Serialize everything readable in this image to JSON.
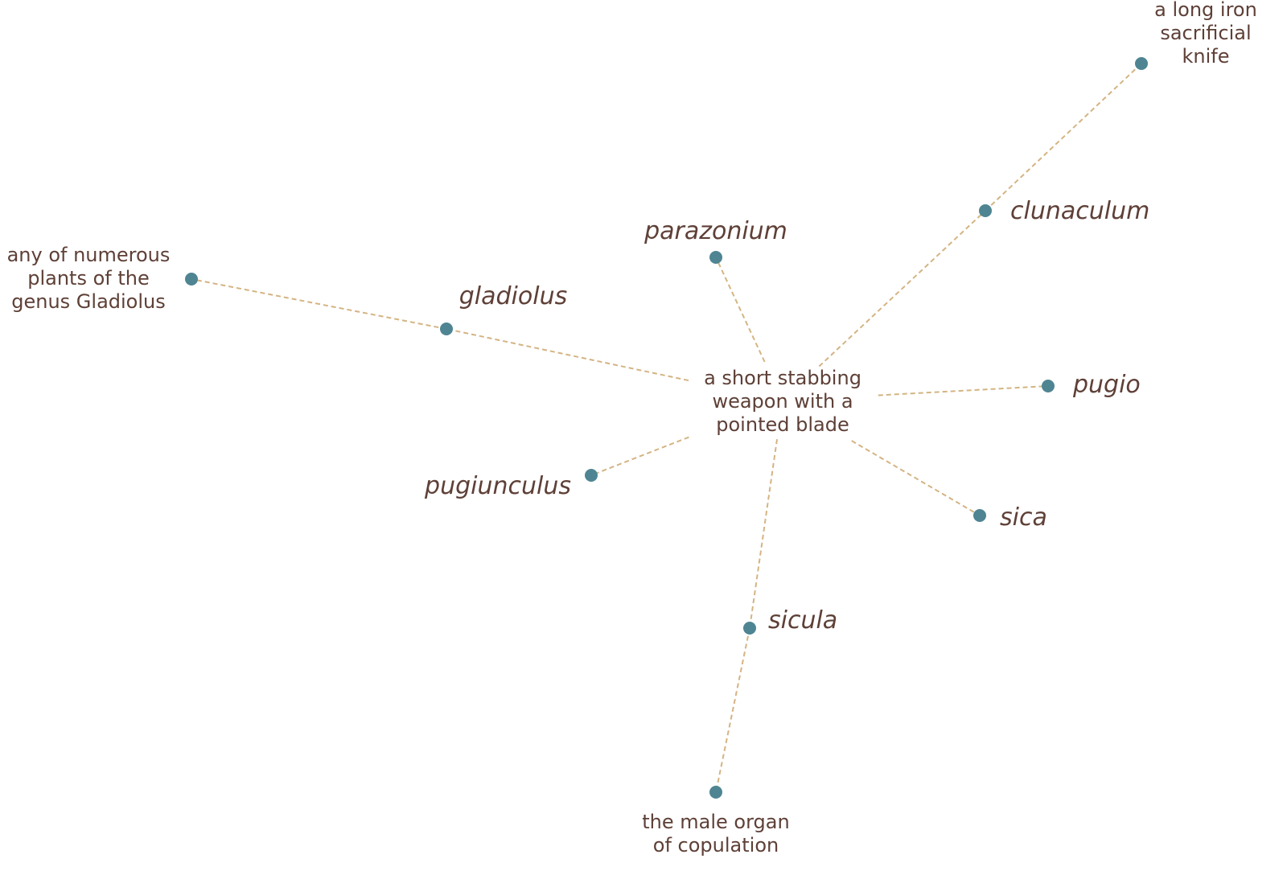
{
  "colors": {
    "node": "#4f8592",
    "edge": "#d4b483",
    "text": "#5e4037"
  },
  "center": {
    "lines": [
      "a short stabbing",
      "weapon with a",
      "pointed blade"
    ]
  },
  "nodes": [
    {
      "id": "parazonium",
      "label": "parazonium",
      "kind": "word"
    },
    {
      "id": "clunaculum",
      "label": "clunaculum",
      "kind": "word"
    },
    {
      "id": "gladiolus",
      "label": "gladiolus",
      "kind": "word"
    },
    {
      "id": "pugio",
      "label": "pugio",
      "kind": "word"
    },
    {
      "id": "pugiunculus",
      "label": "pugiunculus",
      "kind": "word"
    },
    {
      "id": "sica",
      "label": "sica",
      "kind": "word"
    },
    {
      "id": "sicula",
      "label": "sicula",
      "kind": "word"
    },
    {
      "id": "def-knife",
      "lines": [
        "a long iron",
        "sacrificial",
        "knife"
      ],
      "kind": "gloss"
    },
    {
      "id": "def-plant",
      "lines": [
        "any of numerous",
        "plants of the",
        "genus Gladiolus"
      ],
      "kind": "gloss"
    },
    {
      "id": "def-organ",
      "lines": [
        "the male organ",
        "of copulation"
      ],
      "kind": "gloss"
    }
  ],
  "edges": [
    {
      "from": "center",
      "to": "parazonium"
    },
    {
      "from": "center",
      "to": "clunaculum"
    },
    {
      "from": "center",
      "to": "gladiolus"
    },
    {
      "from": "center",
      "to": "pugio"
    },
    {
      "from": "center",
      "to": "pugiunculus"
    },
    {
      "from": "center",
      "to": "sica"
    },
    {
      "from": "center",
      "to": "sicula"
    },
    {
      "from": "clunaculum",
      "to": "def-knife"
    },
    {
      "from": "gladiolus",
      "to": "def-plant"
    },
    {
      "from": "sicula",
      "to": "def-organ"
    }
  ]
}
